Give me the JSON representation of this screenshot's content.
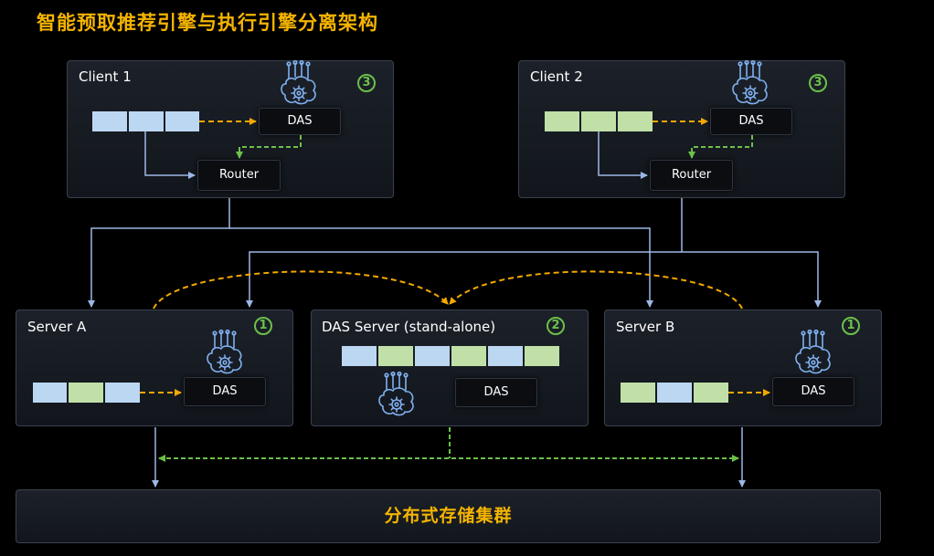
{
  "title": "智能预取推荐引擎与执行引擎分离架构",
  "clients": [
    {
      "label": "Client 1",
      "badge": "3",
      "das": "DAS",
      "router": "Router"
    },
    {
      "label": "Client 2",
      "badge": "3",
      "das": "DAS",
      "router": "Router"
    }
  ],
  "servers": {
    "a": {
      "label": "Server A",
      "badge": "1",
      "das": "DAS"
    },
    "das_server": {
      "label": "DAS Server (stand-alone)",
      "badge": "2",
      "das": "DAS"
    },
    "b": {
      "label": "Server B",
      "badge": "1",
      "das": "DAS"
    }
  },
  "storage": "分布式存储集群",
  "icons": [
    "brain-gear-icon"
  ],
  "colors": {
    "accent": "#f5b400",
    "badge": "#6cc04a",
    "wire_blue": "#9db7e6",
    "dash_orange": "#f5a800",
    "dash_green": "#6cc04a",
    "cell_blue": "#bcd7f2",
    "cell_green": "#c0e0a8"
  }
}
